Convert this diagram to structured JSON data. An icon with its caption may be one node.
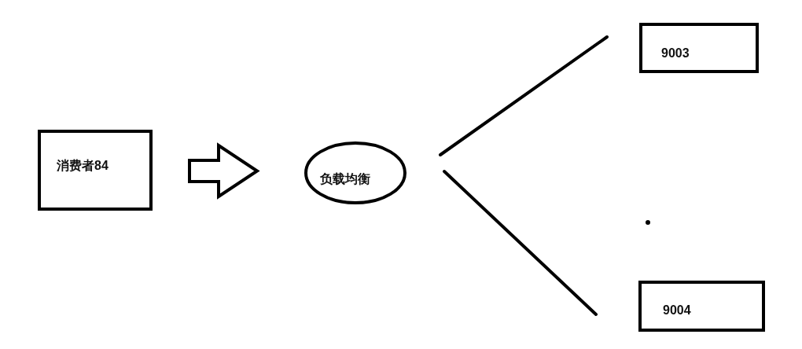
{
  "diagram": {
    "nodes": [
      {
        "text": [
          "消费者84"
        ]
      },
      {
        "text": [
          "负载均衡"
        ]
      },
      {
        "text": [
          "9003"
        ]
      },
      {
        "text": [
          "9004"
        ]
      }
    ],
    "edges": [
      {
        "from": 0,
        "to": 1,
        "arrow": "to"
      },
      {
        "from": 1,
        "to": 2,
        "arrow": "none"
      },
      {
        "from": 1,
        "to": 3,
        "arrow": "none"
      }
    ]
  }
}
